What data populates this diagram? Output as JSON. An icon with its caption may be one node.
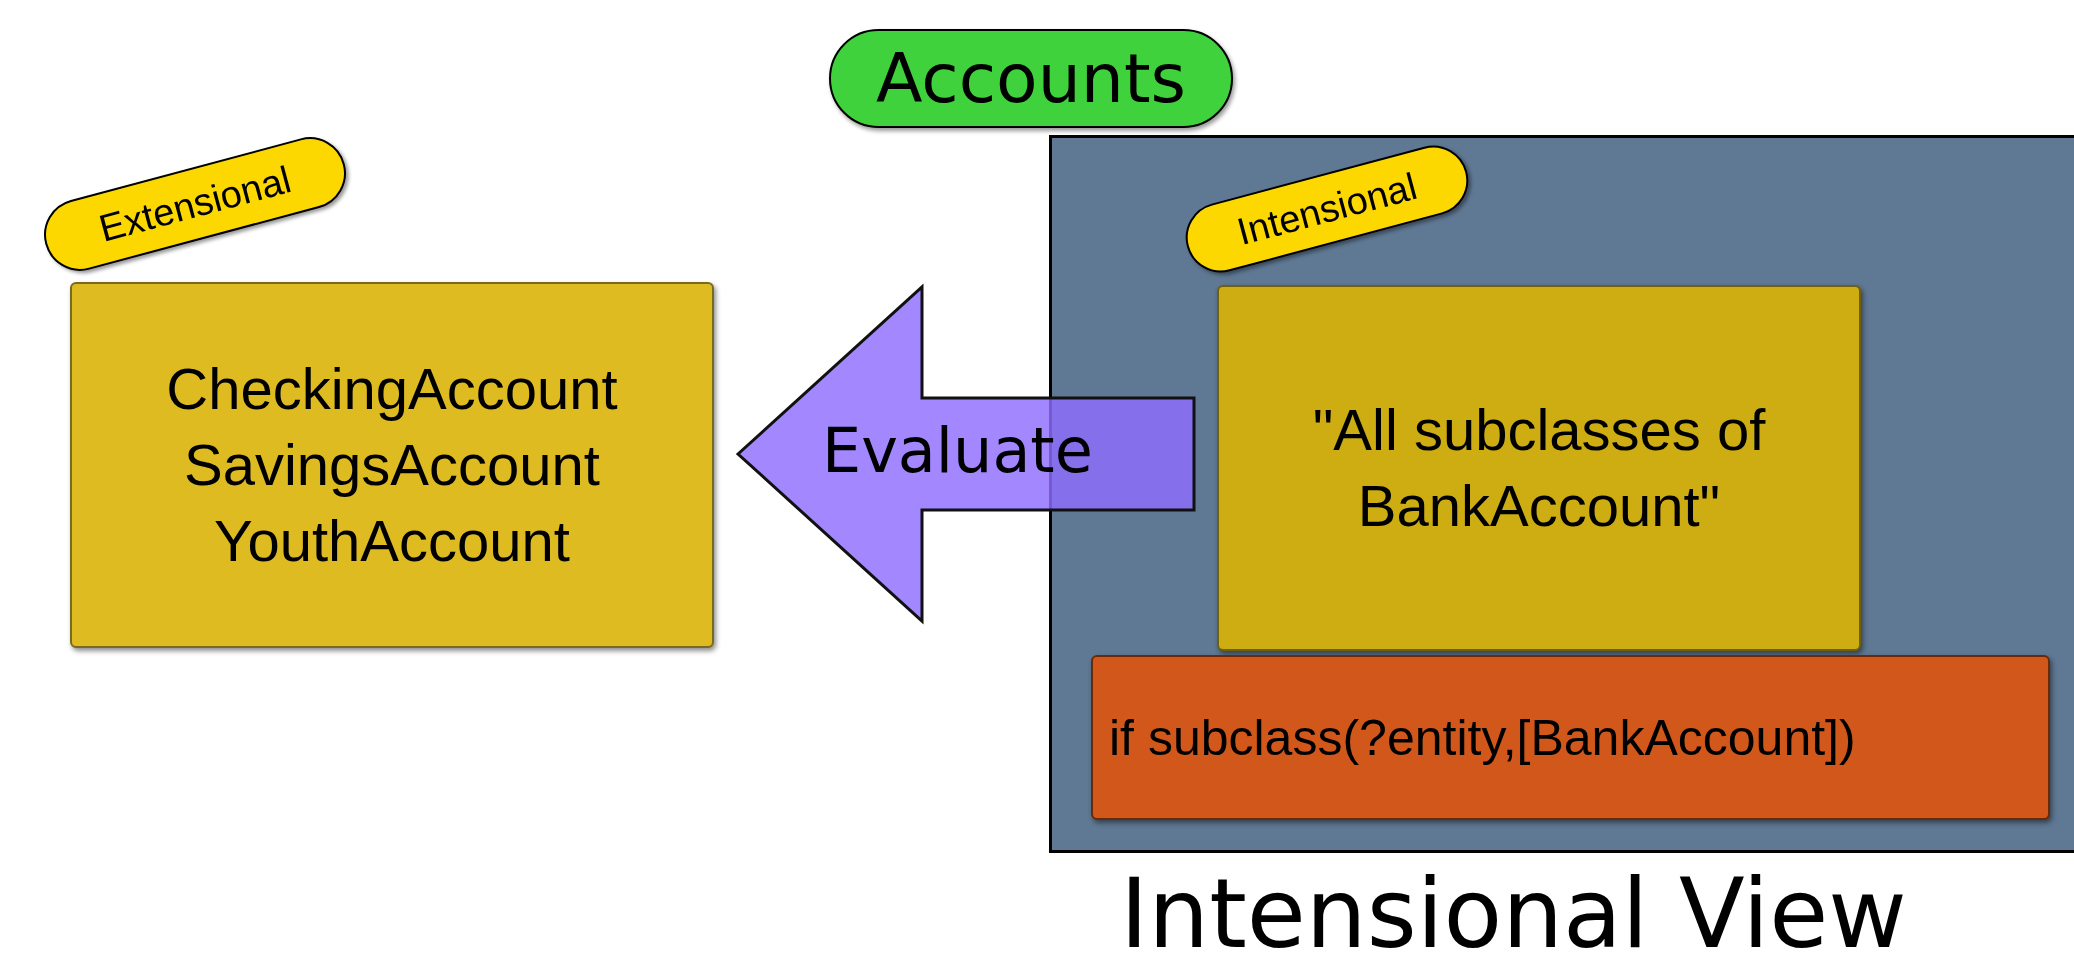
{
  "diagram": {
    "nodes": [
      {
        "text": [
          "Accounts"
        ]
      },
      {
        "text": [
          "Extensional"
        ]
      },
      {
        "text": [
          "CheckingAccount",
          "SavingsAccount",
          "YouthAccount"
        ]
      },
      {
        "text": [],
        "shape": "box",
        "beside": [
          "Intensional View"
        ]
      },
      {
        "text": [
          "Intensional"
        ],
        "in": 3
      },
      {
        "text": [
          "\"All subclasses of BankAccount\""
        ],
        "in": 3
      },
      {
        "text": [
          "if subclass(?entity,[BankAccount])"
        ],
        "in": 3
      }
    ],
    "edges": [
      {
        "from": 5,
        "to": 2,
        "arrow": "to",
        "label": "Evaluate"
      }
    ]
  }
}
